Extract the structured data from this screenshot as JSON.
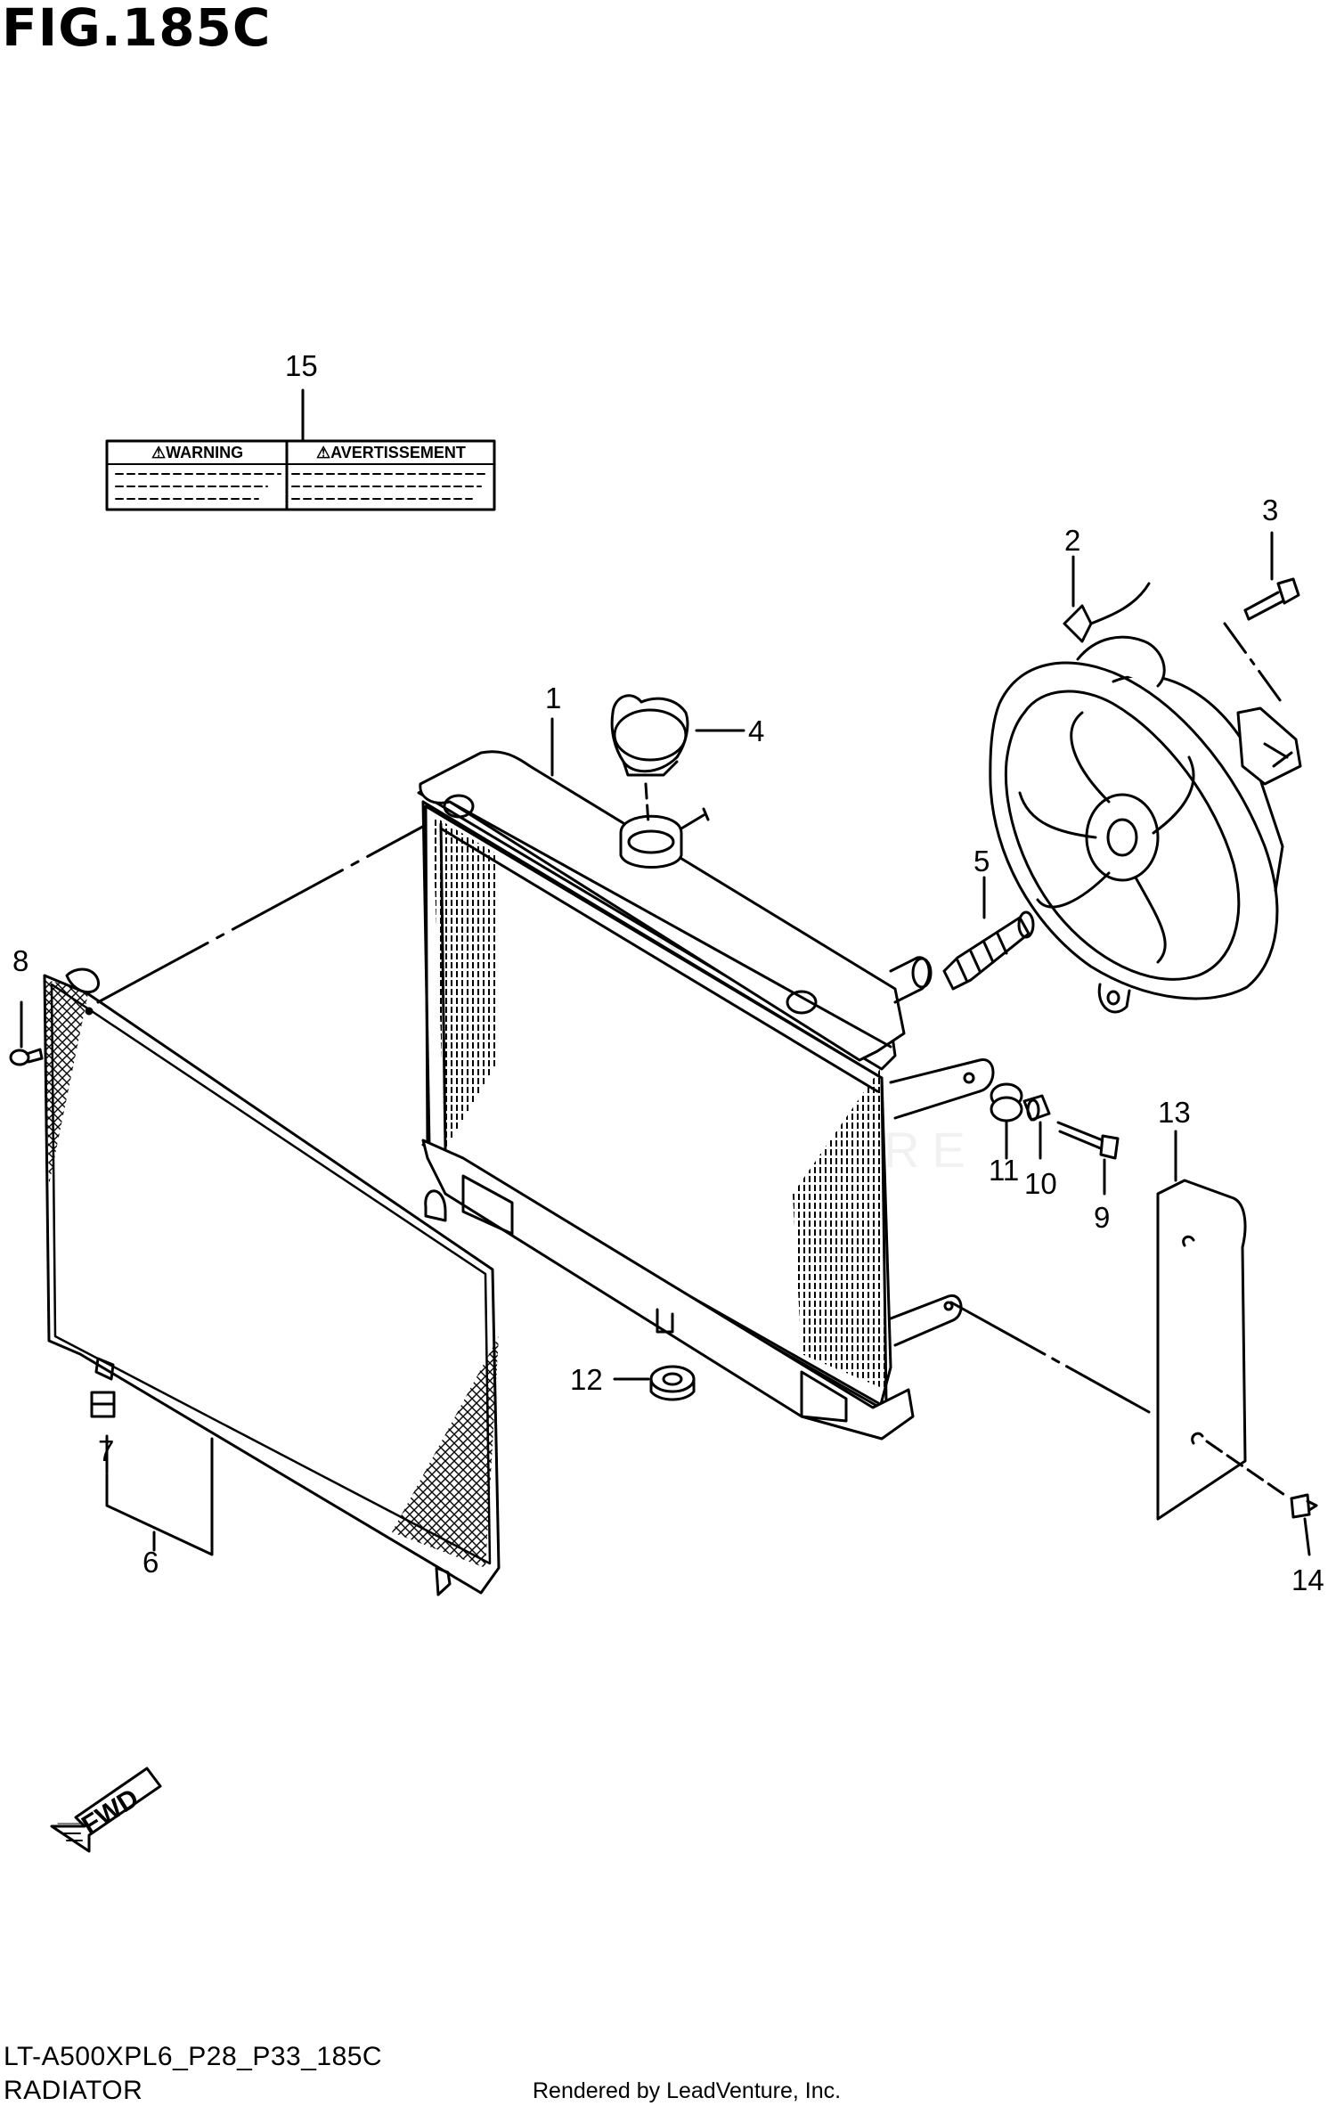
{
  "figure": {
    "title": "FIG.185C",
    "diagram_code": "LT-A500XPL6_P28_P33_185C",
    "diagram_name": "RADIATOR",
    "rendered_by": "Rendered by LeadVenture, Inc.",
    "watermark": "LEADVENTURE"
  },
  "warning_label": {
    "left_heading": "⚠WARNING",
    "right_heading": "⚠AVERTISSEMENT"
  },
  "direction_arrow": "FWD",
  "callouts": [
    "1",
    "2",
    "3",
    "4",
    "5",
    "6",
    "7",
    "8",
    "9",
    "10",
    "11",
    "12",
    "13",
    "14",
    "15"
  ],
  "icons": {
    "direction": "fwd-arrow-icon",
    "warning": "warning-triangle-icon",
    "watermark": "flame-logo-icon"
  }
}
